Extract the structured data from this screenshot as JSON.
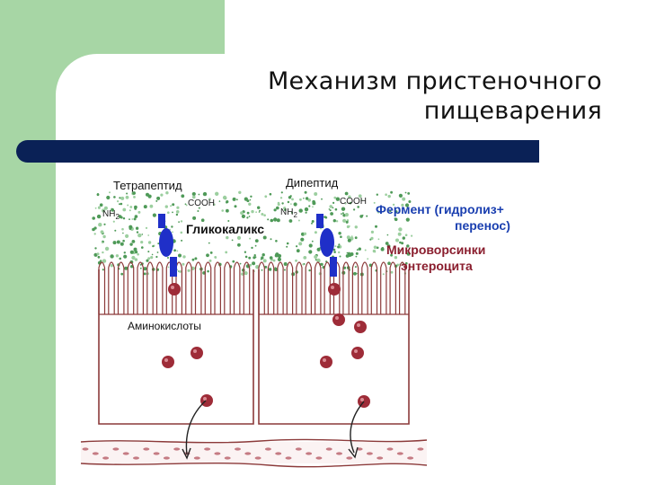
{
  "title": {
    "line1": "Механизм пристеночного",
    "line2": "пищеварения"
  },
  "diagram": {
    "tetrapeptide": "Тетрапептид",
    "dipeptide": "Дипептид",
    "cooh_left": "COOH",
    "cooh_right": "COOH",
    "nh2_left": "NH",
    "nh2_right": "NH",
    "subscript_2": "2",
    "glycocalyx": "Гликокаликс",
    "enzyme_line1": "Фермент (гидролиз+",
    "enzyme_line2": "перенос)",
    "microvilli_line1": "Микроворсинки",
    "microvilli_line2": "энтероцита",
    "amino_acids": "Аминокислоты"
  },
  "colors": {
    "green_block": "#a7d6a5",
    "title_bar": "#0a2156",
    "enzyme_label": "#1a3fb0",
    "microvilli_label": "#8a1e2e",
    "enzyme_shape": "#1f2fc8",
    "amino_acid": "#9e2c38",
    "glycocalyx_dots": "#4f9a58",
    "cell_membrane": "#8c3a3a"
  },
  "icons": {
    "enzyme": "enzyme-icon",
    "amino_acid": "amino-acid-icon",
    "arrow": "transport-arrow-icon"
  }
}
